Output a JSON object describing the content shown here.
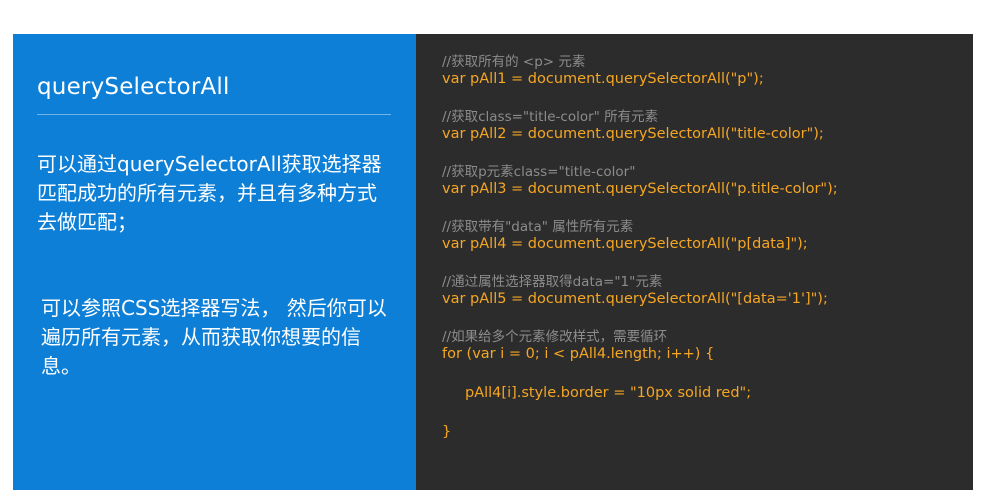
{
  "left": {
    "title": "querySelectorAll",
    "paragraph1": "可以通过querySelectorAll获取选择器匹配成功的所有元素，并且有多种方式去做匹配；",
    "paragraph2": "可以参照CSS选择器写法， 然后你可以遍历所有元素，从而获取你想要的信息。"
  },
  "code": {
    "blocks": [
      {
        "comment": "//获取所有的 <p> 元素",
        "code": "var pAll1 = document.querySelectorAll(\"p\");"
      },
      {
        "comment": "//获取class=\"title-color\" 所有元素",
        "code": "var pAll2 = document.querySelectorAll(\"title-color\");"
      },
      {
        "comment": "//获取p元素class=\"title-color\"",
        "code": "var pAll3 = document.querySelectorAll(\"p.title-color\");"
      },
      {
        "comment": "//获取带有\"data\" 属性所有元素",
        "code": "var pAll4 = document.querySelectorAll(\"p[data]\");"
      },
      {
        "comment": "//通过属性选择器取得data=\"1\"元素",
        "code": "var pAll5 = document.querySelectorAll(\"[data='1']\");"
      }
    ],
    "loop": {
      "comment": "//如果给多个元素修改样式，需要循环",
      "for_line": "for (var i = 0; i < pAll4.length; i++) {",
      "body_line": "pAll4[i].style.border = \"10px solid red\";",
      "close_line": "}"
    }
  },
  "colors": {
    "left_bg": "#0e7fd6",
    "right_bg": "#2c2c2c",
    "code": "#f5a623",
    "comment": "#8c8c8c"
  }
}
